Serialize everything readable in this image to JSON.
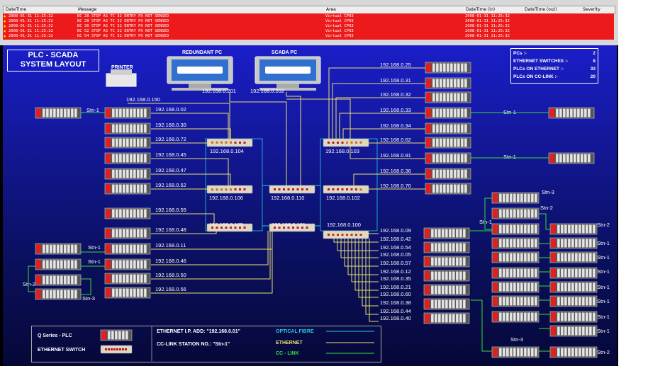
{
  "alarm": {
    "columns": [
      "DateTime",
      "Message",
      "Area",
      "DateTime (in)",
      "DateTime (out)",
      "Severity"
    ],
    "rows": [
      {
        "time": "2008-01-31  11:25:32",
        "msg": "BC 28 STOP AS TC 32 ENTRY PX NOT SENSED",
        "area": "Virtual CP03",
        "tin": "2008-01-31  11:25:32"
      },
      {
        "time": "2008-01-31  11:25:32",
        "msg": "BC 28 STOP AS TC 32 ENTRY PX NOT SENSED",
        "area": "Virtual CP03",
        "tin": "2008-01-31  11:25:32"
      },
      {
        "time": "2008-01-31  11:25:32",
        "msg": "BC 30 STOP AS TC 32 ENTRY PX NOT SENSED",
        "area": "Virtual CP03",
        "tin": "2008-01-31  11:25:32"
      },
      {
        "time": "2008-01-31  11:25:32",
        "msg": "BC 52 STOP AS TC 32 ENTRY PX NOT SENSED",
        "area": "Virtual CP03",
        "tin": "2008-01-31  11:25:32"
      },
      {
        "time": "2008-01-31  11:25:32",
        "msg": "BC 54 STOP AS TC 32 ENTRY PX NOT SENSED",
        "area": "Virtual CP03",
        "tin": "2008-01-31  11:25:32"
      }
    ],
    "warn_icon": "warning-triangle-icon"
  },
  "title": {
    "line1": "PLC - SCADA",
    "line2": "SYSTEM LAYOUT"
  },
  "stats": [
    {
      "label": "PCs :-",
      "value": "2"
    },
    {
      "label": "ETHERNET SWITCHES :-",
      "value": "8"
    },
    {
      "label": "PLCs ON ETHERNET :-",
      "value": "33"
    },
    {
      "label": "PLCs ON CC-LINK :-",
      "value": "20"
    }
  ],
  "printer": {
    "label": "PRINTER",
    "ip": "192.168.0.150"
  },
  "pcs": [
    {
      "label": "REDUNDANT PC",
      "ip": "192.168.0.201"
    },
    {
      "label": "SCADA PC",
      "ip": "192.168.0.202"
    }
  ],
  "left_ips": [
    "192.168.0.02",
    "192.168.0.30",
    "192.168.0.72",
    "192.168.0.45",
    "192.168.0.47",
    "192.168.0.52",
    "192.168.0.55",
    "192.168.0.48",
    "192.168.0.11",
    "192.168.0.46",
    "192.168.0.50",
    "192.168.0.56"
  ],
  "right_top_ips": [
    "192.168.0.25",
    "192.168.0.31",
    "192.168.0.32",
    "192.168.0.33",
    "192.168.0.34",
    "192.168.0.62",
    "192.168.0.91",
    "192.168.0.36",
    "192.168.0.70"
  ],
  "right_bottom_ips": [
    "192.168.0.09",
    "192.168.0.42",
    "192.168.0.54",
    "192.168.0.05",
    "192.168.0.57",
    "192.168.0.12",
    "192.168.0.35",
    "192.168.0.21",
    "192.168.0.60",
    "192.168.0.38",
    "192.168.0.44",
    "192.168.0.40"
  ],
  "switches": [
    "192.168.0.104",
    "192.168.0.103",
    "192.168.0.106",
    "192.168.0.110",
    "192.168.0.102",
    "192.168.0.105",
    "192.168.0.101",
    "192.168.0.100"
  ],
  "stations": {
    "stn1": "Stn-1",
    "stn2": "Stn-2",
    "stn3": "Stn-3"
  },
  "legend": {
    "plc": "Q Series - PLC",
    "switch": "ETHERNET SWITCH",
    "eth_add": "ETHERNET I.P. ADD: \"192.168.0.01\"",
    "cc_station": "CC-LINK STATION NO.: \"Stn-1\"",
    "optical": "OPTICAL FIBRE",
    "ethernet": "ETHERNET",
    "cclink": "CC - LINK"
  },
  "colors": {
    "optical": "#22cce0",
    "ethernet": "#e8e070",
    "cclink": "#33dd33",
    "alarm": "#ec1a1a",
    "background": "#0a0f5a"
  }
}
